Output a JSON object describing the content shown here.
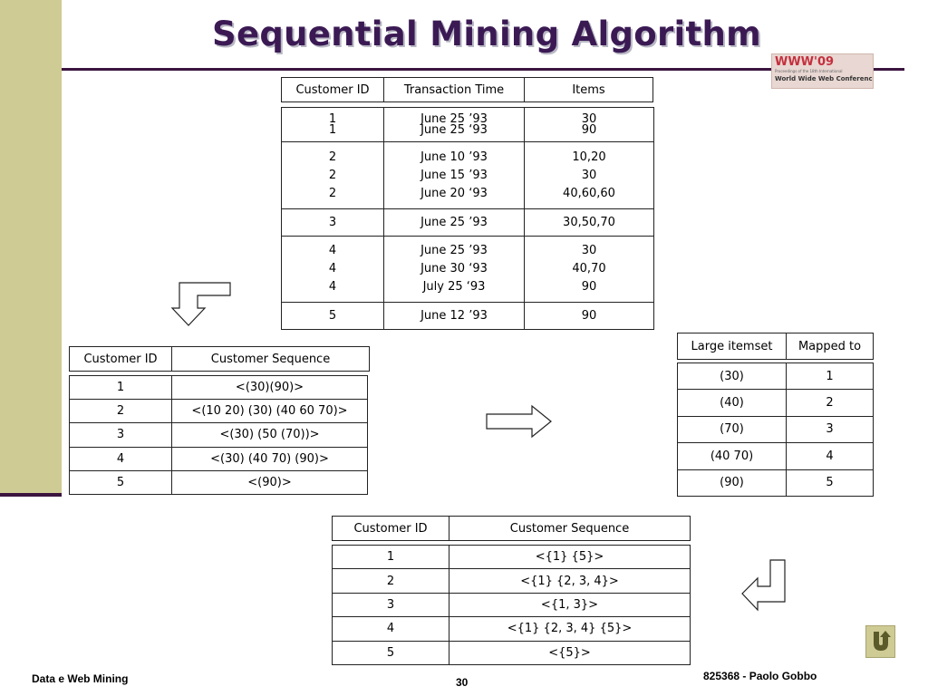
{
  "slide": {
    "title": "Sequential Mining Algorithm",
    "logo": {
      "brand": "WWW'09",
      "line1": "Proceedings of the 18th International",
      "line2": "World Wide Web Conference"
    },
    "footer": {
      "left": "Data e Web Mining",
      "page": "30",
      "right": "825368 - Paolo Gobbo"
    },
    "colors": {
      "title": "#3b1a54",
      "band": "#cfcb94",
      "rule": "#3b1440",
      "logo_red": "#c4303e"
    }
  },
  "transactions": {
    "headers": [
      "Customer ID",
      "Transaction Time",
      "Items"
    ],
    "groups": [
      {
        "ids": [
          "1",
          "1"
        ],
        "times": [
          "June 25 ’93",
          "June 25 ‘93"
        ],
        "items": [
          "30",
          "90"
        ]
      },
      {
        "ids": [
          "2",
          "2",
          "2"
        ],
        "times": [
          "June 10 ’93",
          "June 15 ’93",
          "June 20 ‘93"
        ],
        "items": [
          "10,20",
          "30",
          "40,60,60"
        ]
      },
      {
        "ids": [
          "3"
        ],
        "times": [
          "June 25 ’93"
        ],
        "items": [
          "30,50,70"
        ]
      },
      {
        "ids": [
          "4",
          "4",
          "4"
        ],
        "times": [
          "June 25 ’93",
          "June 30 ‘93",
          "July 25 ‘93"
        ],
        "items": [
          "30",
          "40,70",
          "90"
        ]
      },
      {
        "ids": [
          "5"
        ],
        "times": [
          "June 12 ’93"
        ],
        "items": [
          "90"
        ]
      }
    ]
  },
  "customer_sequences": {
    "headers": [
      "Customer ID",
      "Customer Sequence"
    ],
    "rows": [
      [
        "1",
        "<(30)(90)>"
      ],
      [
        "2",
        "<(10 20) (30) (40 60 70)>"
      ],
      [
        "3",
        "<(30) (50 (70))>"
      ],
      [
        "4",
        "<(30) (40 70) (90)>"
      ],
      [
        "5",
        "<(90)>"
      ]
    ]
  },
  "large_itemsets": {
    "headers": [
      "Large itemset",
      "Mapped to"
    ],
    "rows": [
      [
        "(30)",
        "1"
      ],
      [
        "(40)",
        "2"
      ],
      [
        "(70)",
        "3"
      ],
      [
        "(40 70)",
        "4"
      ],
      [
        "(90)",
        "5"
      ]
    ]
  },
  "mapped_sequences": {
    "headers": [
      "Customer ID",
      "Customer Sequence"
    ],
    "rows": [
      [
        "1",
        "<{1} {5}>"
      ],
      [
        "2",
        "<{1} {2, 3, 4}>"
      ],
      [
        "3",
        "<{1, 3}>"
      ],
      [
        "4",
        "<{1} {2, 3, 4} {5}>"
      ],
      [
        "5",
        "<{5}>"
      ]
    ]
  },
  "icons": {
    "arrow_down": "bent-down-arrow-icon",
    "arrow_right": "right-arrow-icon",
    "arrow_left": "bent-left-arrow-icon",
    "nav": "return-icon"
  }
}
